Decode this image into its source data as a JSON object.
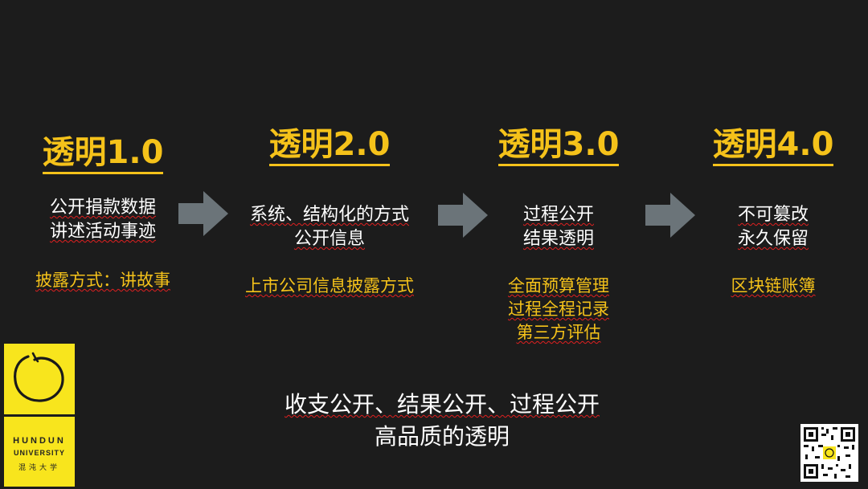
{
  "stages": [
    {
      "title": "透明1.0",
      "desc": [
        "公开捐款数据",
        "讲述活动事迹"
      ],
      "method": [
        "披露方式：讲故事"
      ]
    },
    {
      "title": "透明2.0",
      "desc": [
        "系统、结构化的方式",
        "公开信息"
      ],
      "method": [
        "上市公司信息披露方式"
      ]
    },
    {
      "title": "透明3.0",
      "desc": [
        "过程公开",
        "结果透明"
      ],
      "method": [
        "全面预算管理",
        "过程全程记录",
        "第三方评估"
      ]
    },
    {
      "title": "透明4.0",
      "desc": [
        "不可篡改",
        "永久保留"
      ],
      "method": [
        "区块链账簿"
      ]
    }
  ],
  "summary": {
    "line1": "收支公开、结果公开、过程公开",
    "line2": "高品质的透明"
  },
  "logo": {
    "line1": "HUNDUN",
    "line2": "UNIVERSITY",
    "line3": "混沌大学"
  },
  "colors": {
    "background": "#1c1c1c",
    "accent": "#f5c21a",
    "text": "#ffffff",
    "arrow": "#6b7479",
    "logo": "#f8e51d",
    "spellcheck": "#e02020"
  },
  "icons": {
    "arrow": "right-arrow-icon",
    "logo": "hundun-circle-logo-icon",
    "qr": "qr-code-icon"
  }
}
